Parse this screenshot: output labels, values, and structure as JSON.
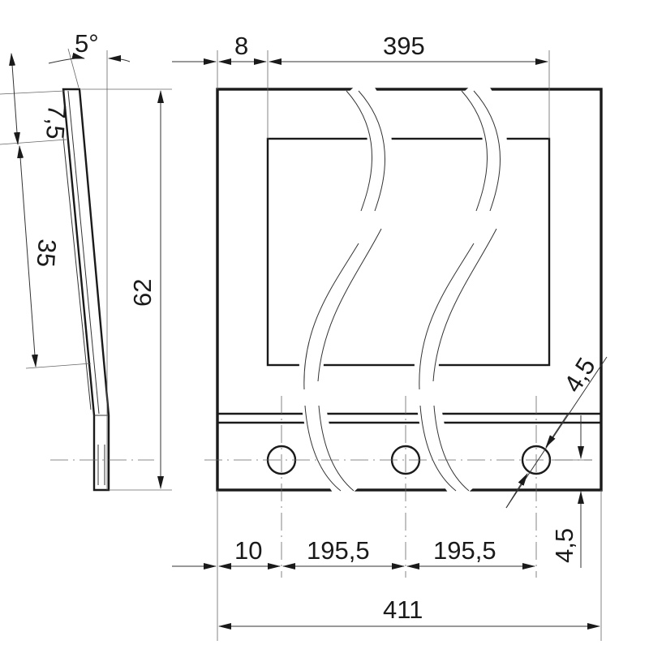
{
  "drawing": {
    "dimensions": {
      "angle": "5°",
      "side_top": "7,5",
      "side_middle": "35",
      "side_height": "62",
      "front_offset": "8",
      "front_inner_width": "395",
      "bottom_left": "10",
      "bottom_pitch_1": "195,5",
      "bottom_pitch_2": "195,5",
      "total_width": "411",
      "hole_diameter": "4,5",
      "hole_height": "4,5"
    }
  }
}
